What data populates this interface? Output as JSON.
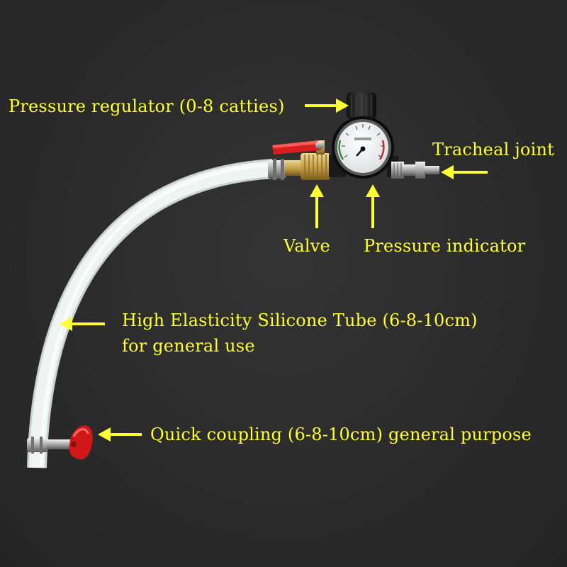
{
  "labels": {
    "pressure_regulator": "Pressure regulator (0-8 catties)",
    "tracheal_joint": "Tracheal joint",
    "valve": "Valve",
    "pressure_indicator": "Pressure indicator",
    "tube_line1": "High Elasticity Silicone Tube (6-8-10cm)",
    "tube_line2": "for general use",
    "quick_coupling": "Quick coupling (6-8-10cm) general purpose"
  },
  "colors": {
    "background": "#2b2b2b",
    "label_text": "#ffff33",
    "arrow": "#ffff33",
    "tube": "#eef4f2",
    "brass": "#c9a24a",
    "valve_handle": "#d81e1e"
  }
}
